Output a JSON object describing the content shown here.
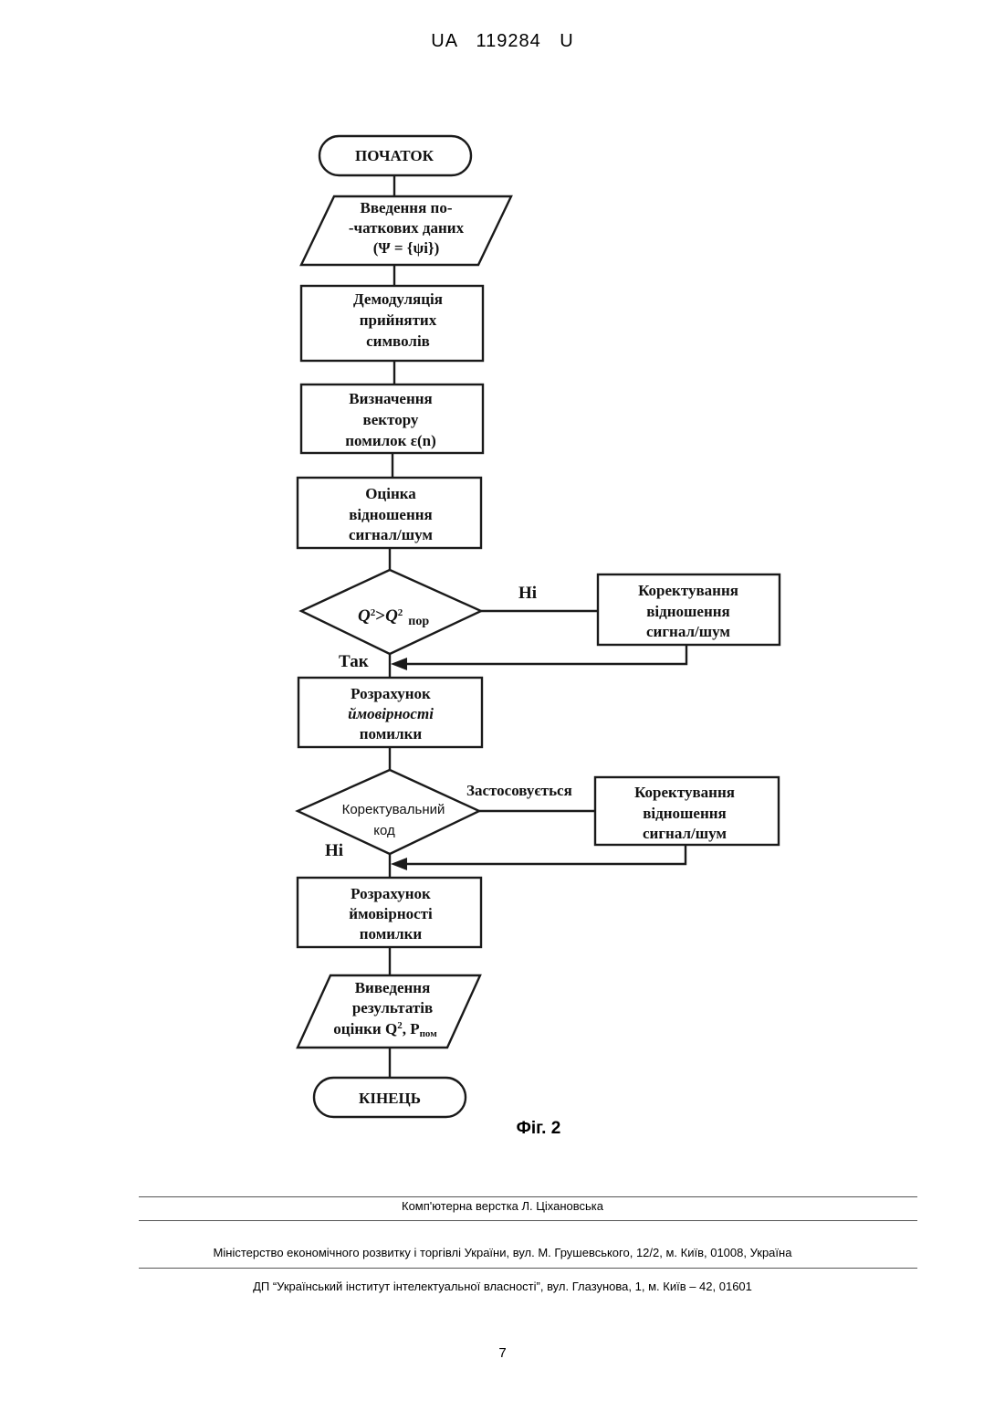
{
  "header": {
    "doc_id": "UA   119284   U"
  },
  "flowchart": {
    "start": "ПОЧАТОК",
    "input": [
      "Введення по-",
      "-чаткових даних",
      "(Ψ = {ψi})"
    ],
    "demod": [
      "Демодуляція",
      "прийнятих",
      "символів"
    ],
    "errvec": [
      "Визначення",
      "вектору",
      "помилок ε(n)"
    ],
    "snr": [
      "Оцінка",
      "відношення",
      "сигнал/шум"
    ],
    "decision1": {
      "q": "Q",
      "sup": "2",
      "gt": ">",
      "sub": "пор",
      "no": "Ні",
      "yes": "Так"
    },
    "correct1": [
      "Коректування",
      "відношення",
      "сигнал/шум"
    ],
    "calc1": [
      "Розрахунок",
      "ймовірності",
      "помилки"
    ],
    "decision2": {
      "text": [
        "Коректувальний",
        "код"
      ],
      "yes": "Застосовується",
      "no": "Ні"
    },
    "correct2": [
      "Коректування",
      "відношення",
      "сигнал/шум"
    ],
    "calc2": [
      "Розрахунок",
      "ймовірності",
      "помилки"
    ],
    "output": [
      "Виведення",
      "результатів",
      "оцінки Q",
      "2",
      ", P",
      "пом"
    ],
    "end": "КІНЕЦЬ"
  },
  "figure_caption": "Фіг. 2",
  "footer": {
    "layout": "Комп'ютерна верстка Л. Ціхановська",
    "ministry": "Міністерство економічного розвитку і торгівлі України, вул. М. Грушевського, 12/2, м. Київ, 01008, Україна",
    "institute": "ДП “Український інститут інтелектуальної власності”, вул. Глазунова, 1, м. Київ – 42, 01601"
  },
  "page_number": "7"
}
